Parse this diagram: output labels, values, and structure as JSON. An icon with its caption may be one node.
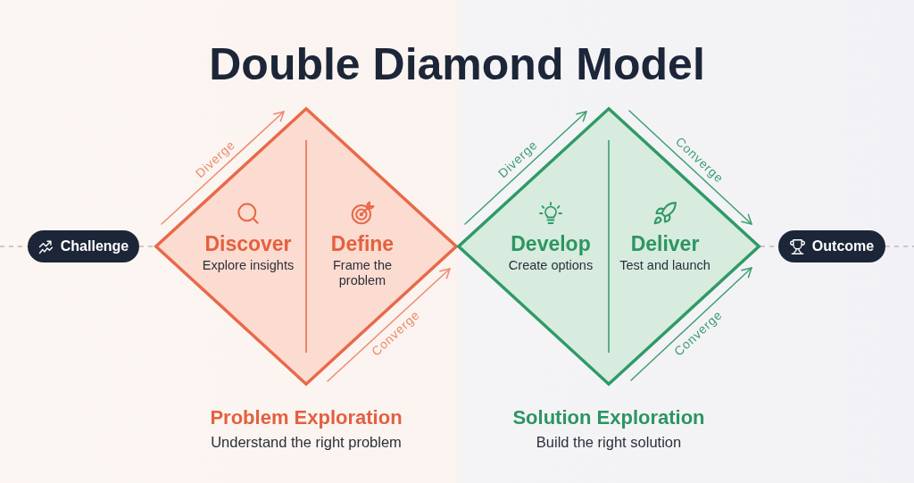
{
  "diagram": {
    "title": "Double Diamond Model",
    "nodes": [
      {
        "text": [
          "Challenge"
        ]
      },
      {
        "text": [
          "Problem Exploration",
          "Understand the right problem"
        ]
      },
      {
        "text": [
          "Discover",
          "Explore insights"
        ],
        "in": 1
      },
      {
        "text": [
          "Define",
          "Frame the problem"
        ],
        "in": 1
      },
      {
        "text": [
          "Solution Exploration",
          "Build the right solution"
        ]
      },
      {
        "text": [
          "Develop",
          "Create options"
        ],
        "in": 4
      },
      {
        "text": [
          "Deliver",
          "Test and launch"
        ],
        "in": 4
      },
      {
        "text": [
          "Outcome"
        ]
      }
    ],
    "edges": [
      {
        "from": null,
        "to": 0,
        "arrow": "none",
        "style": "dashed"
      },
      {
        "from": 0,
        "to": 1,
        "arrow": "none",
        "style": "dashed"
      },
      {
        "from": 4,
        "to": 7,
        "arrow": "none",
        "style": "dashed"
      },
      {
        "from": 7,
        "to": null,
        "arrow": "none",
        "style": "dashed"
      }
    ],
    "labels": [
      "Diverge",
      "Converge",
      "Diverge",
      "Converge",
      "Converge"
    ]
  }
}
